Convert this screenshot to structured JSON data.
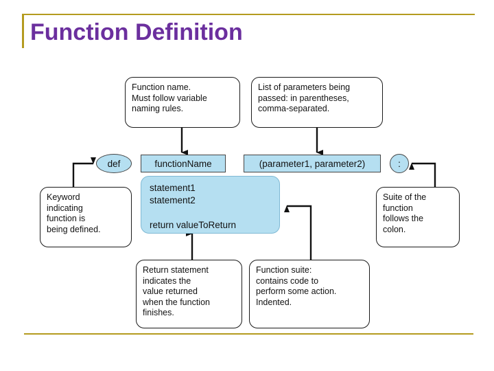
{
  "slide": {
    "title": "Function Definition",
    "accent_color": "#b49b1f",
    "title_color": "#6b2f9e",
    "chip_fill_color": "#b5dff1"
  },
  "diagram": {
    "code_chips": {
      "keyword": "def",
      "function_name": "functionName",
      "parameters": "(parameter1, parameter2)",
      "colon": ":",
      "suite": "statement1\nstatement2\n\nreturn  valueToReturn"
    },
    "callouts": {
      "function_name_note": "Function name.\nMust follow variable\nnaming rules.",
      "parameters_note": "List of parameters being\npassed: in parentheses,\ncomma-separated.",
      "keyword_note": "Keyword\nindicating\nfunction is\nbeing defined.",
      "colon_note": "Suite of the\nfunction\nfollows the\ncolon.",
      "return_note": "Return statement\nindicates the\nvalue returned\nwhen the function\nfinishes.",
      "suite_note": "Function suite:\ncontains code to\nperform some action.\nIndented."
    }
  }
}
